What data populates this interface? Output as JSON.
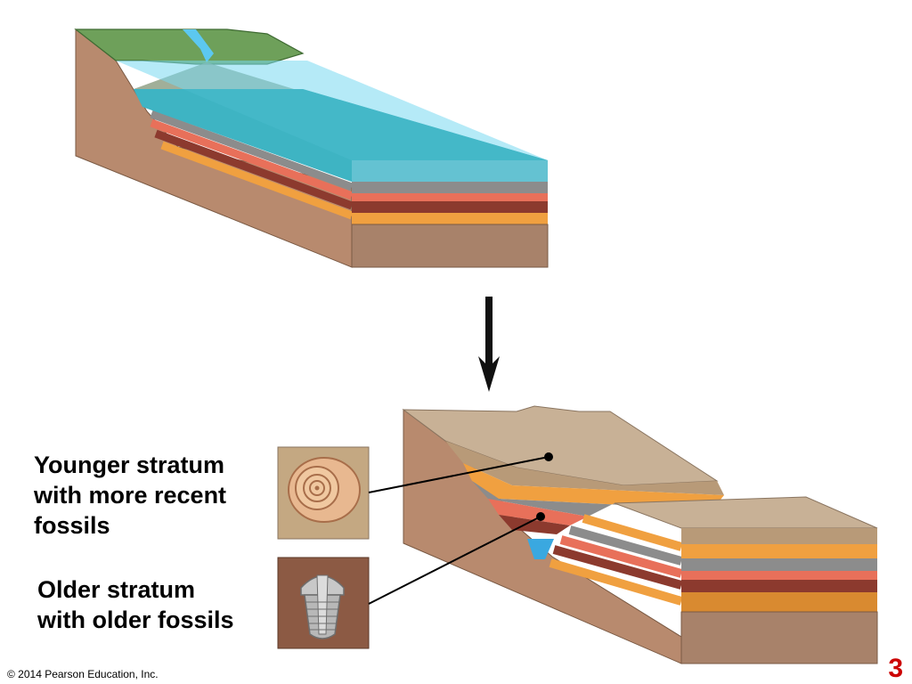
{
  "labels": {
    "younger_stratum": [
      "Younger stratum",
      "with more recent",
      "fossils"
    ],
    "older_stratum": [
      "Older stratum",
      "with older fossils"
    ]
  },
  "footer": {
    "copyright": "© 2014 Pearson Education, Inc.",
    "slide_number": "3"
  },
  "icons": [
    "down-arrow-icon",
    "ammonite-fossil-icon",
    "trilobite-fossil-icon"
  ],
  "colors": {
    "water": "#3fb6c6",
    "water_surface": "#78d8f0",
    "land": "#6ea05a",
    "bedrock": "#b88a6e",
    "sediment_tan": "#c8b196",
    "stratum_orange": "#f0a040",
    "stratum_gray": "#8c8c8c",
    "stratum_red": "#e8705a",
    "stratum_maroon": "#8c3a2e",
    "fossil_younger_bg": "#c4a882",
    "fossil_older_bg": "#8c5a44",
    "slide_number": "#cc0000"
  }
}
